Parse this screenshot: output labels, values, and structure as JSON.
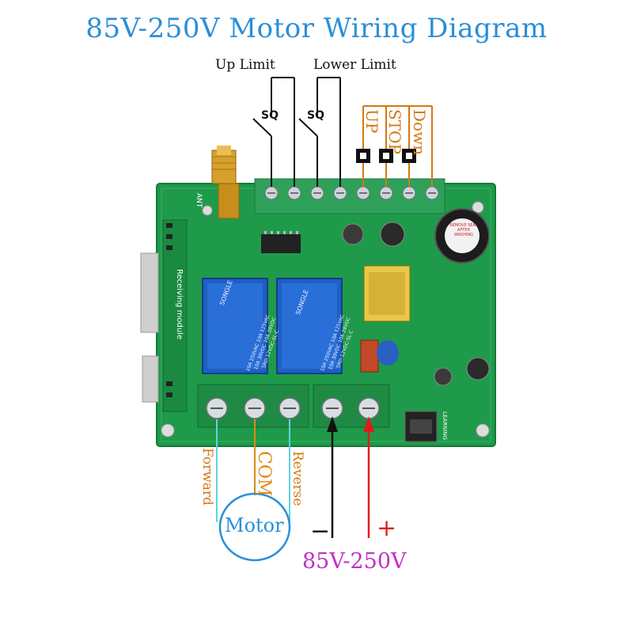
{
  "title": "85V-250V Motor Wiring Diagram",
  "labels": {
    "up_limit": "Up Limit",
    "lower_limit": "Lower Limit",
    "sq1": "SQ",
    "sq2": "SQ",
    "up": "UP",
    "stop": "STOP",
    "down": "Down",
    "forward": "Forward",
    "com": "COM",
    "reverse": "Reverse",
    "motor": "Motor",
    "minus": "−",
    "plus": "+",
    "voltage": "85V-250V"
  },
  "pcb": {
    "ant": "ANT",
    "module": "Receiving module",
    "relay_brand": "SONGLE",
    "relay_spec1": "10A 250VAC 10A 125VAC",
    "relay_spec2": "10A 30VDC 10A 28VDC",
    "relay_model": "SRD-12VDC-SL-C",
    "buzzer": "REMOVE SEAL AFTER WASHING",
    "learning": "LEARNING"
  },
  "colors": {
    "title": "#2a8fd8",
    "orange": "#d4780f",
    "pcb_green": "#1f9a4a",
    "relay_blue": "#1f5fc4",
    "wire_cyan": "#5fd3e0",
    "wire_orange": "#e08a18",
    "wire_red": "#e11b1b",
    "voltage_magenta": "#c030c8",
    "motor_blue": "#2a8fd8"
  }
}
